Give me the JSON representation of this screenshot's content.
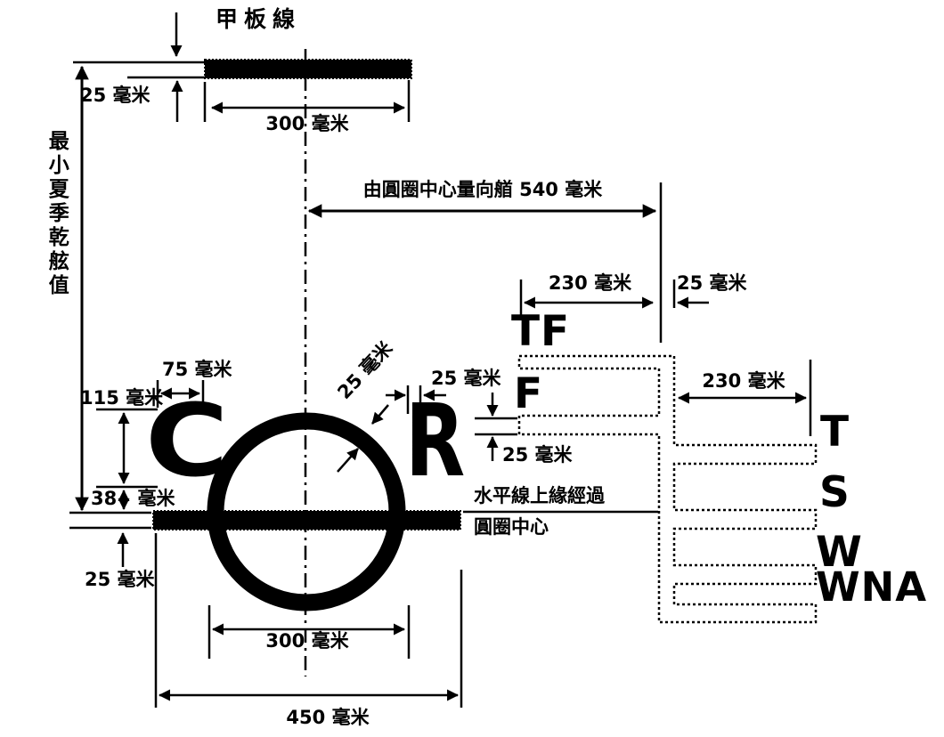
{
  "labels": {
    "deck_line": "甲板線",
    "freeboard_vertical": "最小夏季乾舷值",
    "waterline_note_1": "水平線上緣經過",
    "waterline_note_2": "圓圈中心"
  },
  "letters": {
    "c": "C",
    "r": "R",
    "tf": "TF",
    "f": "F",
    "t": "T",
    "s": "S",
    "w": "W",
    "wna": "WNA"
  },
  "dimensions": {
    "deck_thickness": "25 毫米",
    "deck_length": "300 毫米",
    "bow_distance": "由圓圈中心量向艏 540 毫米",
    "grid_upper_length": "230 毫米",
    "grid_spine_width": "25 毫米",
    "grid_lower_length": "230 毫米",
    "c_offset": "75 毫米",
    "letter_height": "115 毫米",
    "letter_gap": "38 毫米",
    "ring_thickness": "25 毫米",
    "r_stroke_width": "25 毫米",
    "f_line_thickness": "25 毫米",
    "waterline_thickness": "25 毫米",
    "circle_diameter": "300 毫米",
    "waterline_length": "450 毫米"
  },
  "colors": {
    "ink": "#000000",
    "background": "#ffffff"
  }
}
